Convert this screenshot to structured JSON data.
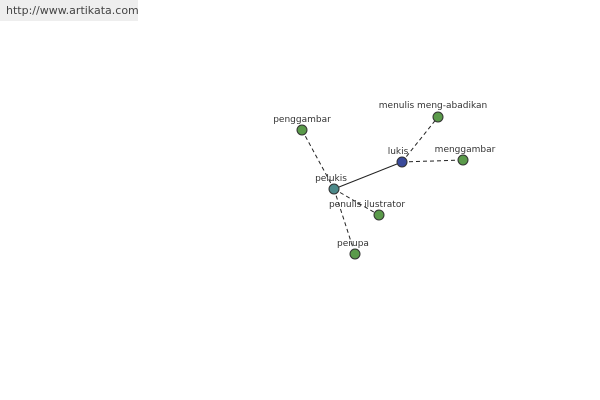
{
  "banner": {
    "url": "http://www.artikata.com"
  },
  "graph": {
    "nodes": [
      {
        "id": "pelukis",
        "label": "pelukis",
        "role": "center",
        "color": "#4d8a8a"
      },
      {
        "id": "lukis",
        "label": "lukis",
        "role": "primary",
        "color": "#3a4a9a"
      },
      {
        "id": "penggambar",
        "label": "penggambar",
        "role": "leaf",
        "color": "#5a9a4a"
      },
      {
        "id": "menulis-meng-abadikan",
        "label": "menulis meng-abadikan",
        "role": "leaf",
        "color": "#5a9a4a"
      },
      {
        "id": "menggambar",
        "label": "menggambar",
        "role": "leaf",
        "color": "#5a9a4a"
      },
      {
        "id": "penulis-ilustrator",
        "label": "penulis ilustrator",
        "role": "leaf",
        "color": "#5a9a4a"
      },
      {
        "id": "perupa",
        "label": "perupa",
        "role": "leaf",
        "color": "#5a9a4a"
      }
    ],
    "edges": [
      {
        "from": "pelukis",
        "to": "lukis",
        "style": "solid"
      },
      {
        "from": "pelukis",
        "to": "penggambar",
        "style": "dashed"
      },
      {
        "from": "pelukis",
        "to": "penulis-ilustrator",
        "style": "dashed"
      },
      {
        "from": "pelukis",
        "to": "perupa",
        "style": "dashed"
      },
      {
        "from": "lukis",
        "to": "menulis-meng-abadikan",
        "style": "dashed"
      },
      {
        "from": "lukis",
        "to": "menggambar",
        "style": "dashed"
      }
    ]
  }
}
